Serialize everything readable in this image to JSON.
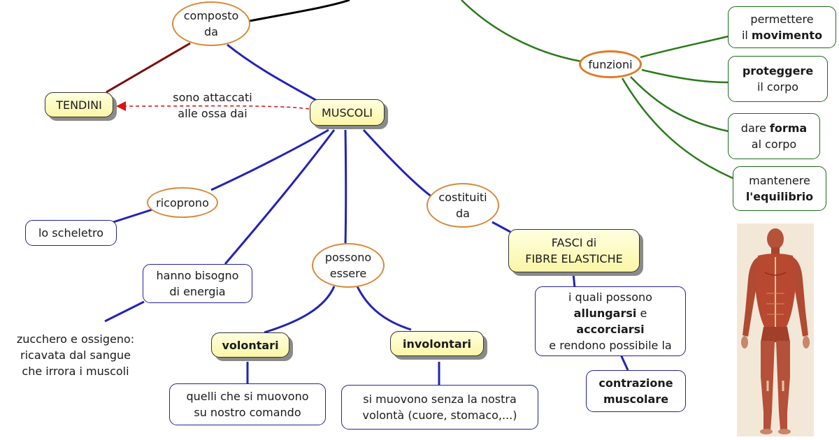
{
  "nodes": {
    "composto_da": [
      "composto",
      "da"
    ],
    "tendini": "TENDINI",
    "muscoli": "MUSCOLI",
    "link_attaccati": [
      "sono attaccati",
      "alle ossa dai"
    ],
    "ricoprono": "ricoprono",
    "scheletro": "lo scheletro",
    "energia": [
      "hanno bisogno",
      "di energia"
    ],
    "zucchero": [
      "zucchero e ossigeno:",
      "ricavata dal sangue",
      "che irrora i muscoli"
    ],
    "possono_essere": [
      "possono",
      "essere"
    ],
    "volontari": "volontari",
    "involontari": "involontari",
    "volontari_desc": [
      "quelli che si muovono",
      "su nostro comando"
    ],
    "involontari_desc": [
      "si muovono senza la nostra",
      "volontà (cuore, stomaco,...)"
    ],
    "costituiti_da": [
      "costituiti",
      "da"
    ],
    "fasci": [
      "FASCI di",
      "FIBRE ELASTICHE"
    ],
    "quali": {
      "line1": "i quali possono",
      "allungarsi": "allungarsi",
      "e": " e",
      "accorciarsi": "accorciarsi",
      "line4": "e rendono possibile la"
    },
    "contrazione": [
      "contrazione",
      "muscolare"
    ],
    "funzioni": "funzioni",
    "f1": {
      "pre": "permettere",
      "il": "il ",
      "bold": "movimento"
    },
    "f2": {
      "bold": "proteggere",
      "rest": "il corpo"
    },
    "f3": {
      "pre": "dare ",
      "bold": "forma",
      "rest": "al corpo"
    },
    "f4": {
      "pre": "mantenere",
      "bold": "l'equilibrio"
    }
  },
  "colors": {
    "blue_link": "#2323b8",
    "green_link": "#2a7a1a",
    "maroon_link": "#7a1010",
    "red_arrow": "#d01010",
    "ellipse_border": "#d98a3c",
    "key_fill": "#fbf6a6"
  },
  "image": {
    "icon": "anatomy-muscle-figure"
  }
}
